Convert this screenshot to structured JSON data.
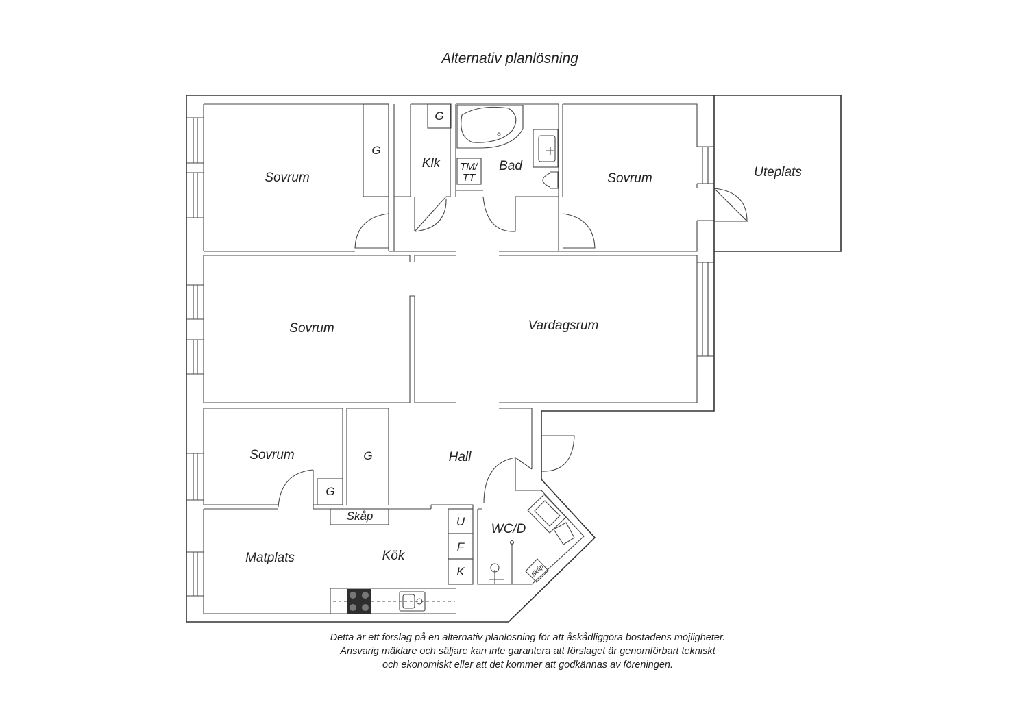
{
  "title": "Alternativ planlösning",
  "rooms": {
    "sovrum_top_left": "Sovrum",
    "sovrum_top_right": "Sovrum",
    "sovrum_middle": "Sovrum",
    "sovrum_small": "Sovrum",
    "vardagsrum": "Vardagsrum",
    "uteplats": "Uteplats",
    "hall": "Hall",
    "kok": "Kök",
    "matplats": "Matplats",
    "bad": "Bad",
    "klk": "Klk",
    "wc_d": "WC/D"
  },
  "fixtures": {
    "g_top_left": "G",
    "g_bath": "G",
    "g_hall": "G",
    "g_small": "G",
    "tm_tt_1": "TM/",
    "tm_tt_2": "TT",
    "skap": "Skåp",
    "skap_wc": "Skåp",
    "u": "U",
    "f": "F",
    "k": "K"
  },
  "disclaimer": [
    "Detta är ett förslag på en alternativ planlösning för att åskådliggöra bostadens möjligheter.",
    "Ansvarig mäklare och säljare kan inte garantera att förslaget är genomförbart tekniskt",
    "och ekonomiskt eller att det kommer att godkännas av föreningen."
  ]
}
